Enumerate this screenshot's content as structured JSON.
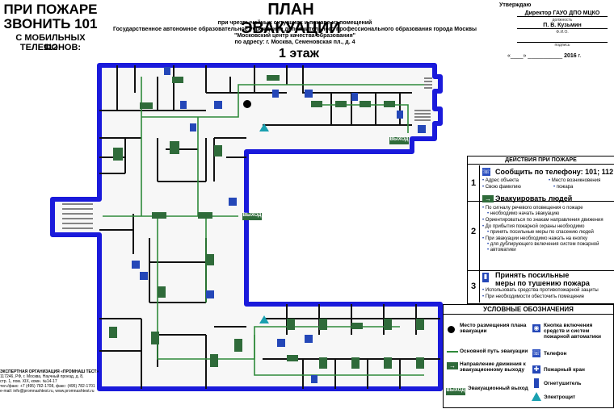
{
  "fire_call": {
    "line1": "ПРИ ПОЖАРЕ",
    "line2": "ЗВОНИТЬ 101",
    "line3": "С МОБИЛЬНЫХ ТЕЛЕФОНОВ:",
    "line4": "112"
  },
  "header": {
    "title": "ПЛАН ЭВАКУАЦИИ",
    "subtitle_1": "при чрезвычайных ситуациях и пожаре из помещений",
    "subtitle_2": "Государственное автономное образовательное учреждение дополнительного профессионального образования города Москвы",
    "subtitle_3": "\"Московский центр качества образования\"",
    "subtitle_4": "по адресу: г. Москва, Семеновская пл., д. 4",
    "floor": "1 этаж"
  },
  "approval": {
    "label": "Утверждаю",
    "position": "Директор ГАУО ДПО МЦКО",
    "position_caption": "должность",
    "name": "П. В. Кузьмин",
    "name_caption": "Ф.И.О.",
    "signature_caption": "подпись",
    "date_prefix": "«____» ___________",
    "year": "2016",
    "year_suffix": "г."
  },
  "plan": {
    "exit_sign_1": "ВЫХОД",
    "exit_sign_2": "ВЫХОД",
    "wall_color": "#1a1adb",
    "route_color": "#2f8a3a"
  },
  "actions": {
    "title": "ДЕЙСТВИЯ ПРИ ПОЖАРЕ",
    "step1": {
      "num": "1",
      "title": "Сообщить по телефону: 101; 112",
      "b1": "Адрес объекта",
      "b2": "Свою фамилию",
      "b3": "Место возникновения",
      "b3b": "пожара"
    },
    "step2": {
      "num": "2",
      "title": "Эвакуировать людей",
      "b1": "По сигналу речевого оповещения о пожаре",
      "b1b": "необходимо начать эвакуацию",
      "b2": "Ориентироваться по знакам направления движения",
      "b3": "До прибытия пожарной охраны необходимо",
      "b3b": "принять посильные меры по спасению людей",
      "b4": "При эвакуации необходимо нажать на кнопку",
      "b4b": "для дублирующего включения систем пожарной",
      "b4c": "автоматики"
    },
    "step3": {
      "num": "3",
      "title": "Принять посильные",
      "title2": "меры по тушению пожара",
      "b1": "Использовать средства противопожарной защиты",
      "b2": "При необходимости обесточить помещение"
    }
  },
  "legend": {
    "title": "УСЛОВНЫЕ ОБОЗНАЧЕНИЯ",
    "items": {
      "location": "Место размещения плана эвакуации",
      "main_route": "Основной путь эвакуации",
      "direction": "Направление движения к эвакуационному выходу",
      "exit": "Эвакуационный выход",
      "exit_sign": "ВЫХОД",
      "button": "Кнопка включения средств и систем пожарной автоматики",
      "phone": "Телефон",
      "hydrant": "Пожарный кран",
      "extinguisher": "Огнетушитель",
      "panel": "Электрощит"
    }
  },
  "organization": {
    "l1": "ЭКСПЕРТНАЯ ОРГАНИЗАЦИЯ «ПРОМНАШ ТЕСТ»",
    "l2": "117246, РФ, г. Москва, Научный проезд, д. 8,",
    "l3": "стр. 1, пом. XIX, комн. №14-17",
    "l4": "тел./факс: +7 (495) 782-1708, факс: (495) 782-1701",
    "l5": "e-mail: info@promnashtest.ru, www.promnashtest.ru"
  }
}
